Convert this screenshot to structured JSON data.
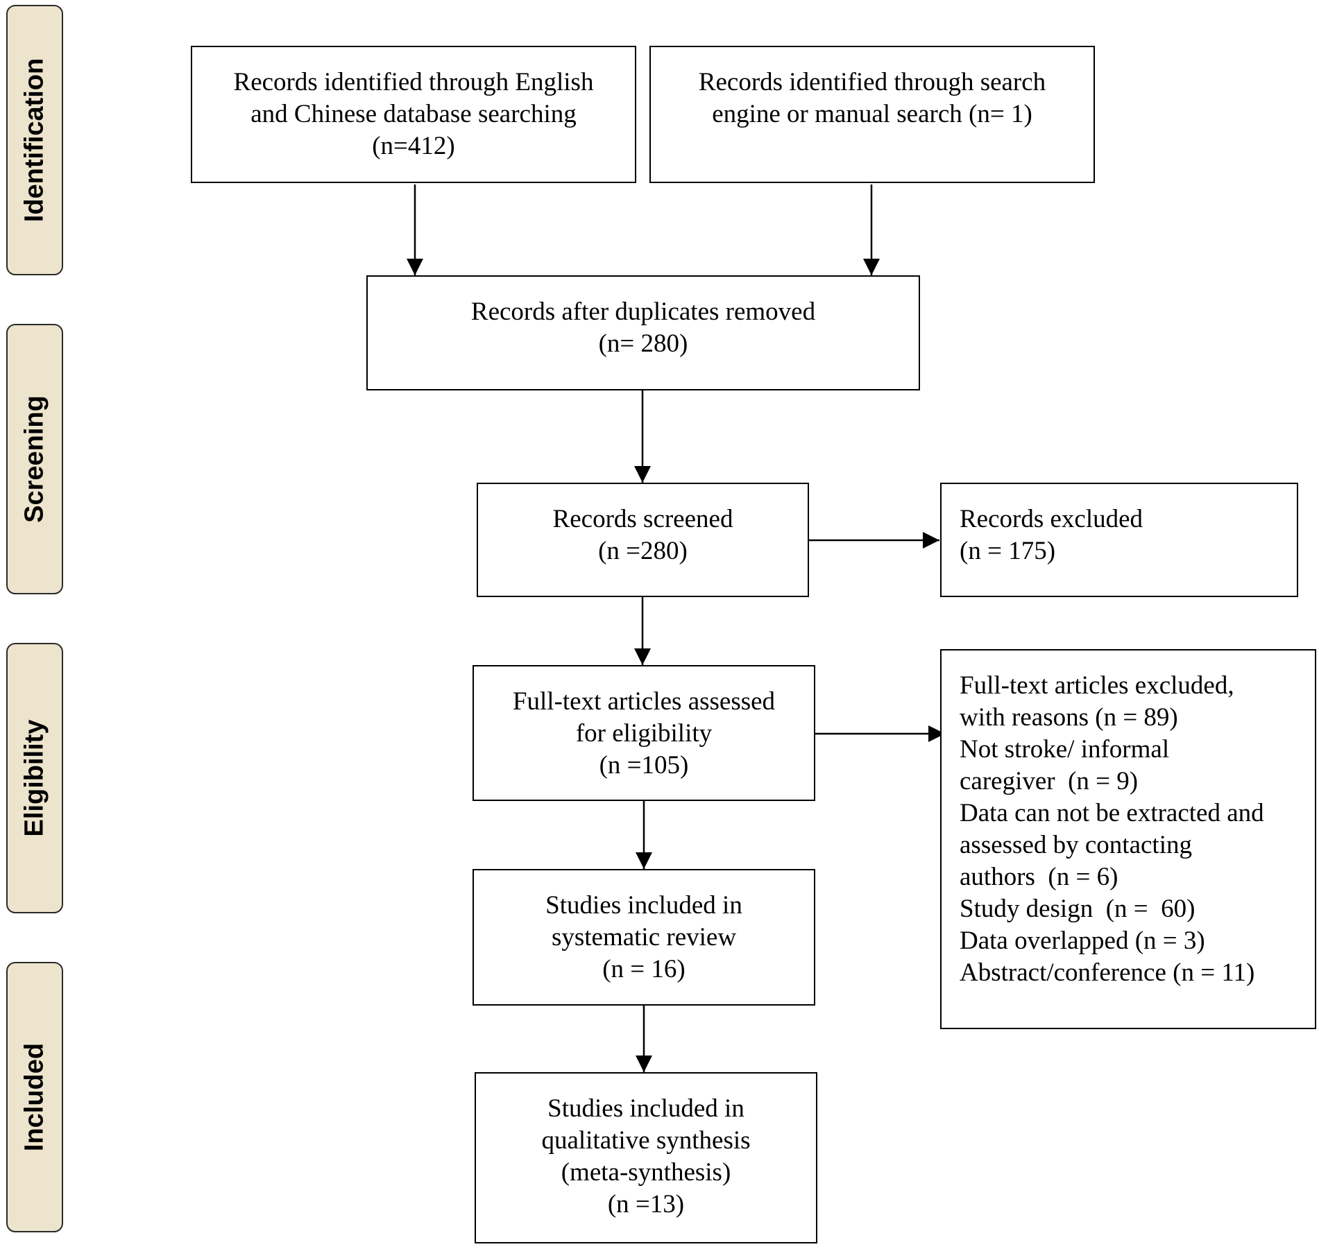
{
  "phases": [
    "Identification",
    "Screening",
    "Eligibility",
    "Included"
  ],
  "boxes": {
    "db_search": [
      "Records identified through English",
      "and Chinese database searching",
      "(n=412)"
    ],
    "other_search": [
      "Records identified through search",
      "engine or manual search (n= 1)"
    ],
    "duplicates_removed": [
      "Records after duplicates removed",
      "(n= 280)"
    ],
    "screened": [
      "Records screened",
      "(n =280)"
    ],
    "excluded": [
      "Records excluded",
      "(n = 175)"
    ],
    "full_text": [
      "Full-text articles assessed",
      "for eligibility",
      "(n =105)"
    ],
    "full_text_excluded": [
      "Full-text articles excluded,",
      "with reasons (n = 89)",
      "Not stroke/ informal",
      "caregiver  (n = 9)",
      "Data can not be extracted and",
      "assessed by contacting",
      "authors  (n = 6)",
      "Study design  (n =  60)",
      "Data overlapped (n = 3)",
      "Abstract/conference (n = 11)"
    ],
    "systematic_review": [
      "Studies included in",
      "systematic review",
      "(n = 16)"
    ],
    "meta_synthesis": [
      "Studies included in",
      "qualitative synthesis",
      "(meta-synthesis)",
      "(n =13)"
    ]
  }
}
